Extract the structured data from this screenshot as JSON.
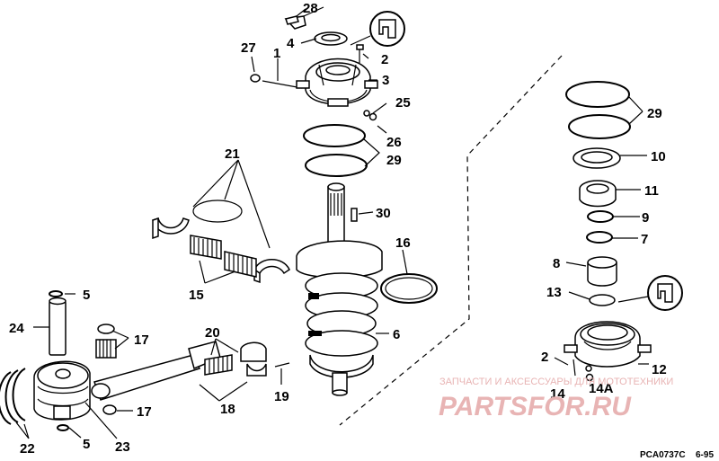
{
  "callouts": [
    {
      "id": "28",
      "text": "28"
    },
    {
      "id": "4",
      "text": "4"
    },
    {
      "id": "27",
      "text": "27"
    },
    {
      "id": "1",
      "text": "1"
    },
    {
      "id": "2a",
      "text": "2"
    },
    {
      "id": "3",
      "text": "3"
    },
    {
      "id": "25",
      "text": "25"
    },
    {
      "id": "26",
      "text": "26"
    },
    {
      "id": "29a",
      "text": "29"
    },
    {
      "id": "21",
      "text": "21"
    },
    {
      "id": "30",
      "text": "30"
    },
    {
      "id": "16",
      "text": "16"
    },
    {
      "id": "15",
      "text": "15"
    },
    {
      "id": "5a",
      "text": "5"
    },
    {
      "id": "24",
      "text": "24"
    },
    {
      "id": "17a",
      "text": "17"
    },
    {
      "id": "20",
      "text": "20"
    },
    {
      "id": "6",
      "text": "6"
    },
    {
      "id": "19",
      "text": "19"
    },
    {
      "id": "18",
      "text": "18"
    },
    {
      "id": "17b",
      "text": "17"
    },
    {
      "id": "22",
      "text": "22"
    },
    {
      "id": "5b",
      "text": "5"
    },
    {
      "id": "23",
      "text": "23"
    },
    {
      "id": "29b",
      "text": "29"
    },
    {
      "id": "10",
      "text": "10"
    },
    {
      "id": "11",
      "text": "11"
    },
    {
      "id": "9",
      "text": "9"
    },
    {
      "id": "7",
      "text": "7"
    },
    {
      "id": "8",
      "text": "8"
    },
    {
      "id": "13",
      "text": "13"
    },
    {
      "id": "2b",
      "text": "2"
    },
    {
      "id": "12",
      "text": "12"
    },
    {
      "id": "14",
      "text": "14"
    },
    {
      "id": "14A",
      "text": "14A"
    }
  ],
  "figure_code": "PCA0737C",
  "figure_date": "6-95",
  "watermark": {
    "line": "ЗАПЧАСТИ И АКСЕССУАРЫ ДЛЯ МОТОТЕХНИКИ",
    "logo": "PARTSFOR.RU"
  }
}
